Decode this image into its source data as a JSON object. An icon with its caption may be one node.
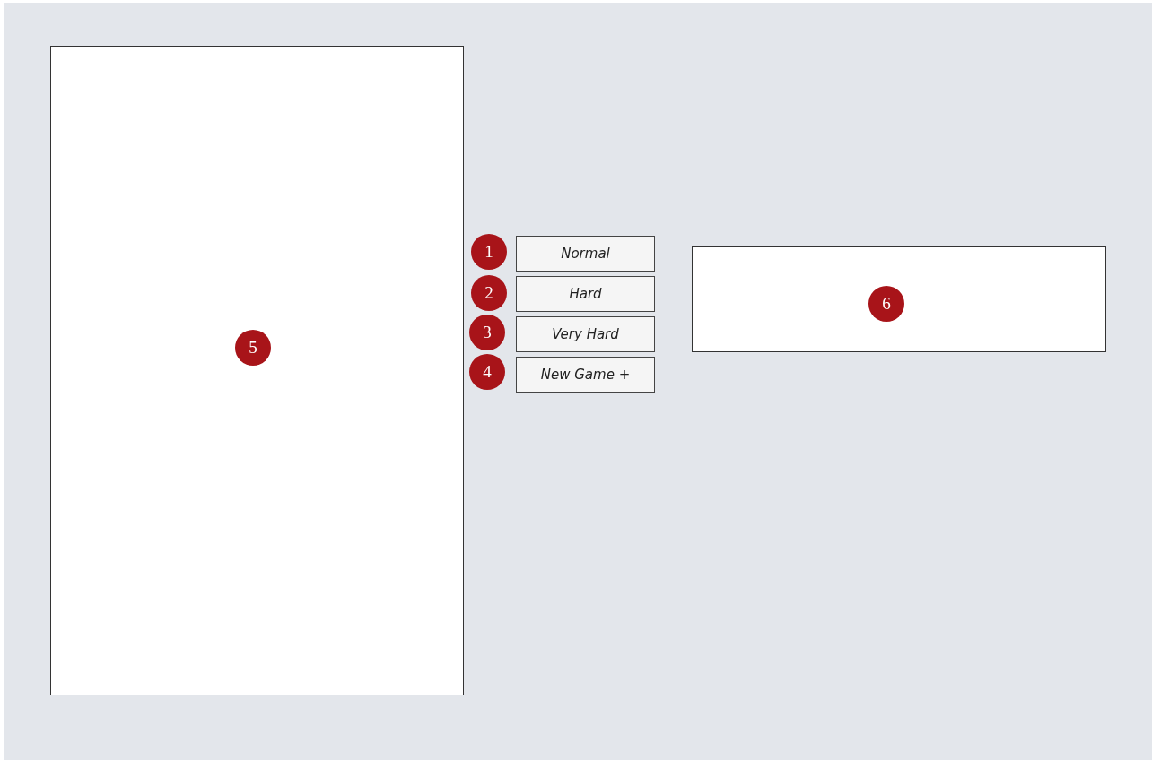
{
  "diagram": {
    "nodes": [
      {
        "text": [],
        "shape": "box"
      },
      {
        "text": [
          "5"
        ],
        "in": 0
      },
      {
        "text": [
          "1"
        ]
      },
      {
        "text": [
          "Normal"
        ]
      },
      {
        "text": [
          "2"
        ]
      },
      {
        "text": [
          "Hard"
        ]
      },
      {
        "text": [
          "3"
        ]
      },
      {
        "text": [
          "Very Hard"
        ]
      },
      {
        "text": [
          "4"
        ]
      },
      {
        "text": [
          "New Game +"
        ]
      },
      {
        "text": [],
        "shape": "box"
      },
      {
        "text": [
          "6"
        ],
        "in": 10
      }
    ]
  }
}
